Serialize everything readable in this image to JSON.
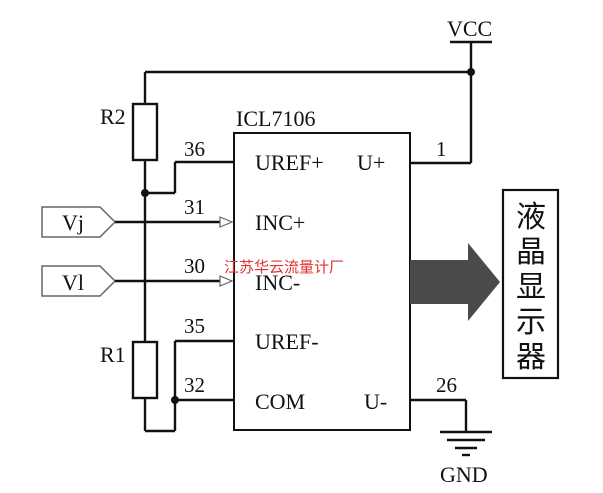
{
  "labels": {
    "vcc": "VCC",
    "gnd": "GND",
    "r2": "R2",
    "r1": "R1",
    "chip": "ICL7106",
    "input_vj": "Vj",
    "input_vl": "Vl",
    "watermark": "江苏华云流量计厂"
  },
  "pins": {
    "uref_plus": {
      "num": "36",
      "name": "UREF+"
    },
    "inc_plus": {
      "num": "31",
      "name": "INC+"
    },
    "inc_minus": {
      "num": "30",
      "name": "INC-"
    },
    "uref_minus": {
      "num": "35",
      "name": "UREF-"
    },
    "com": {
      "num": "32",
      "name": "COM"
    },
    "u_plus": {
      "num": "1",
      "name": "U+"
    },
    "u_minus": {
      "num": "26",
      "name": "U-"
    }
  },
  "display": {
    "chars": [
      "液",
      "晶",
      "显",
      "示",
      "器"
    ]
  },
  "colors": {
    "wire": "#111111",
    "arrow": "#4a4a4a",
    "watermark": "#e03030"
  }
}
